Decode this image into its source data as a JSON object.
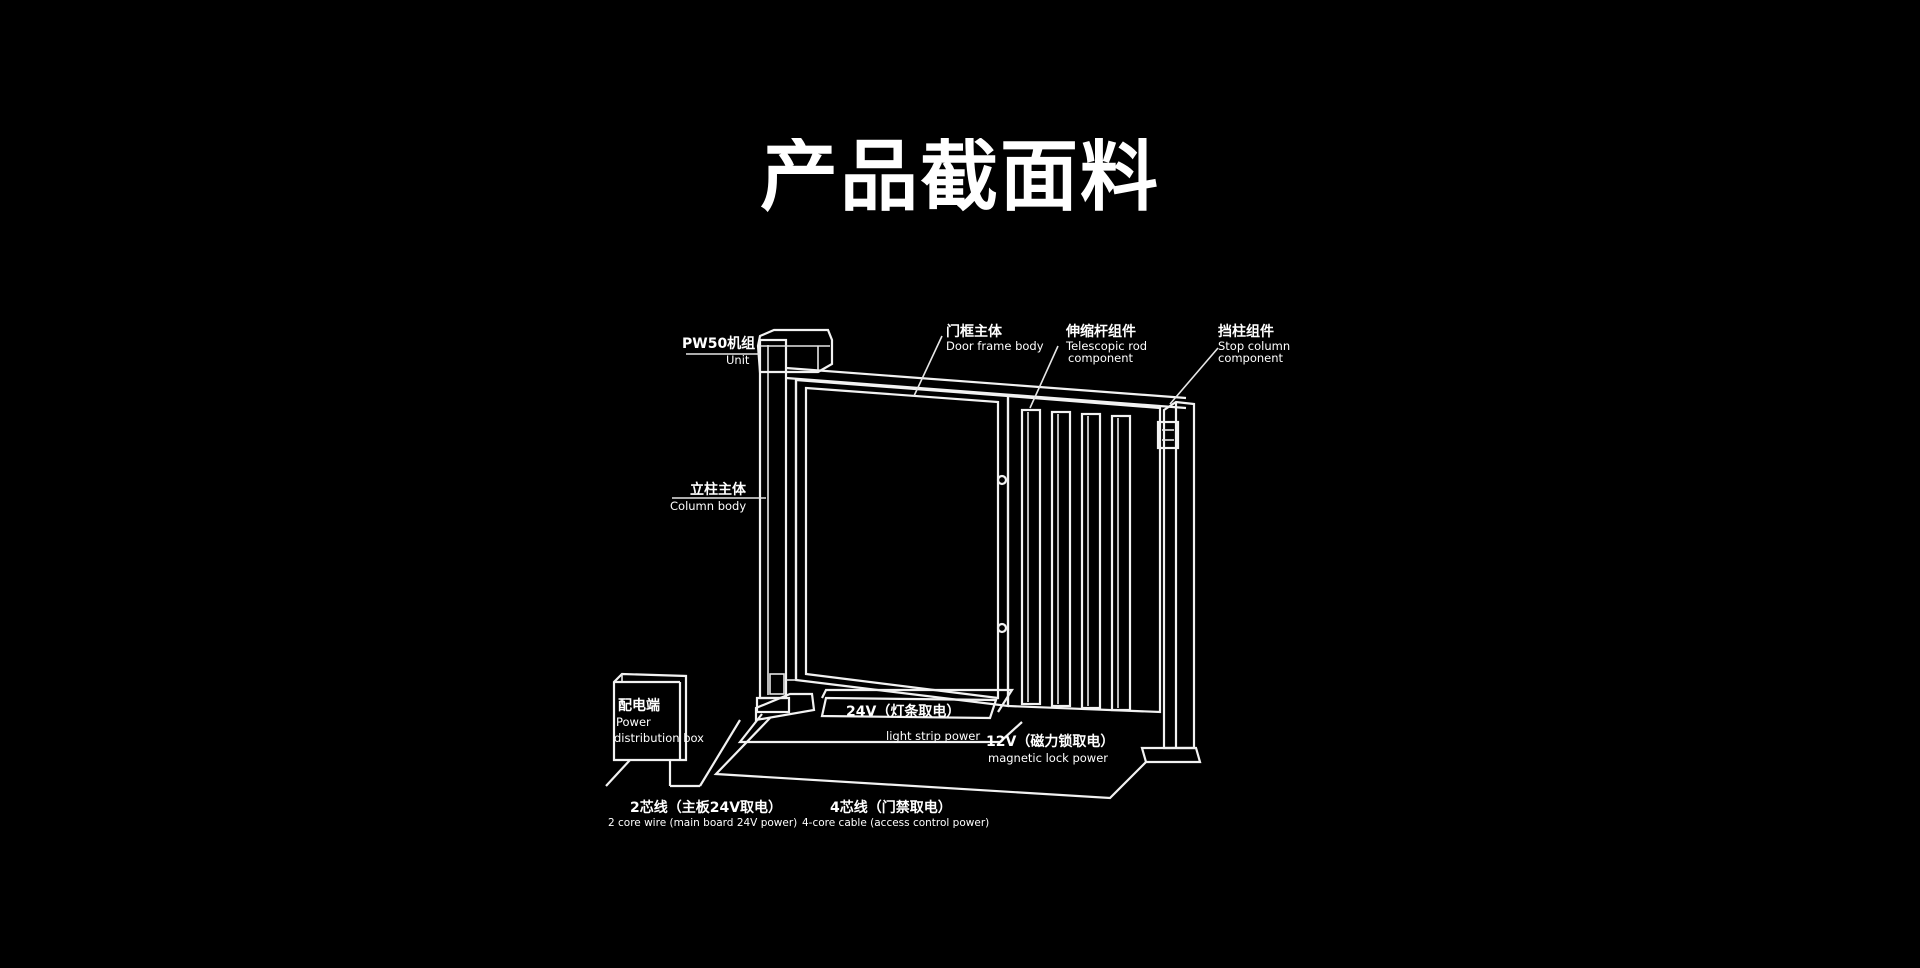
{
  "title": "产品截面料",
  "labels": {
    "unit_cn": "PW50机组",
    "unit_en": "Unit",
    "column_cn": "立柱主体",
    "column_en": "Column body",
    "door_frame_cn": "门框主体",
    "door_frame_en": "Door frame body",
    "telescopic_cn": "伸缩杆组件",
    "telescopic_en_1": "Telescopic rod",
    "telescopic_en_2": "component",
    "stop_column_cn": "挡柱组件",
    "stop_column_en_1": "Stop column",
    "stop_column_en_2": "component",
    "power_box_cn": "配电端",
    "power_box_en_1": "Power",
    "power_box_en_2": "distribution box",
    "light_strip_cn": "24V（灯条取电）",
    "light_strip_en": "light strip power",
    "magnetic_cn": "12V（磁力锁取电）",
    "magnetic_en": "magnetic lock power",
    "two_core_cn": "2芯线（主板24V取电）",
    "two_core_en": "2 core wire (main board 24V power)",
    "four_core_cn": "4芯线（门禁取电）",
    "four_core_en": "4-core cable (access control power)"
  }
}
